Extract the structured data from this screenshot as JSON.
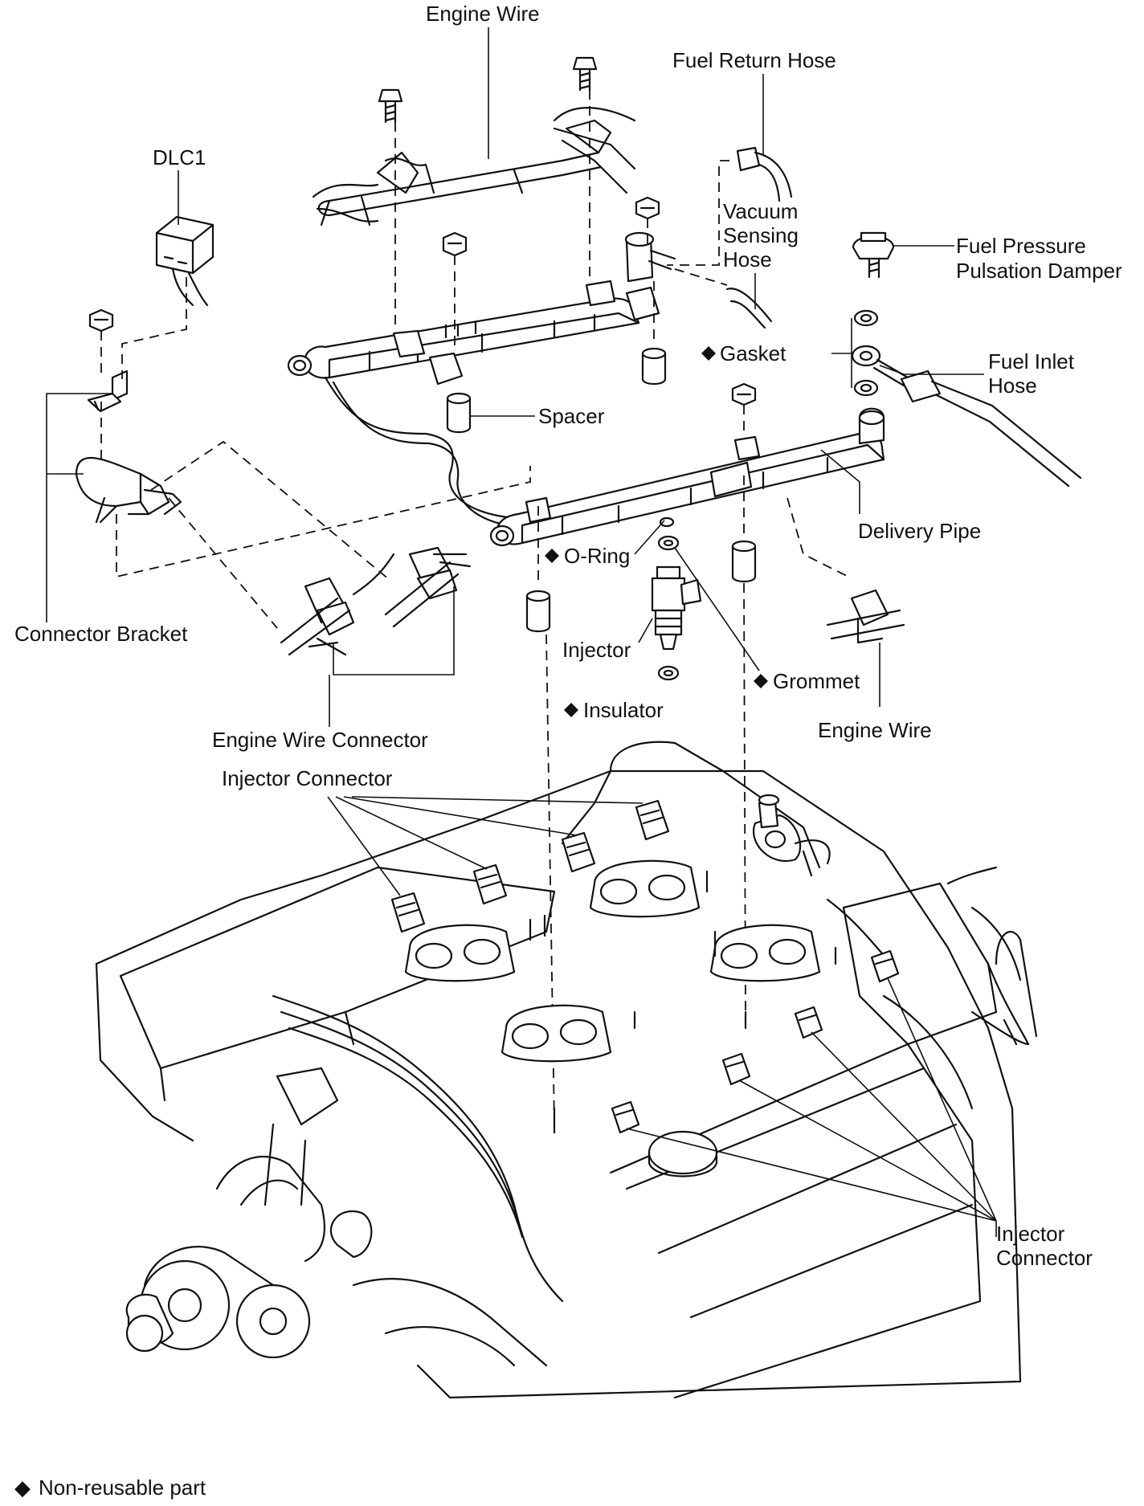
{
  "labels": {
    "engine_wire_top": "Engine Wire",
    "fuel_return_hose": "Fuel Return Hose",
    "dlc1": "DLC1",
    "vacuum_sensing_hose": [
      "Vacuum",
      "Sensing",
      "Hose"
    ],
    "fuel_pressure_damper": [
      "Fuel Pressure",
      "Pulsation Damper"
    ],
    "gasket": "Gasket",
    "fuel_inlet_hose": [
      "Fuel Inlet",
      "Hose"
    ],
    "spacer": "Spacer",
    "delivery_pipe": "Delivery Pipe",
    "o_ring": "O-Ring",
    "connector_bracket": "Connector Bracket",
    "injector": "Injector",
    "grommet": "Grommet",
    "insulator": "Insulator",
    "engine_wire_connector": "Engine Wire Connector",
    "engine_wire_right": "Engine Wire",
    "injector_connector_top": "Injector Connector",
    "injector_connector_right": [
      "Injector",
      "Connector"
    ]
  },
  "legend": {
    "symbol": "◆",
    "text": "Non-reusable part"
  }
}
